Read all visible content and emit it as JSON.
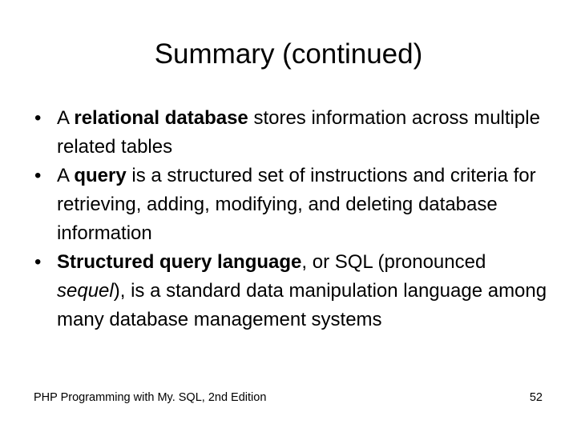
{
  "slide": {
    "title": "Summary (continued)",
    "bullet_marker": "•",
    "bullets": [
      {
        "parts": [
          {
            "text": "A ",
            "style": "normal"
          },
          {
            "text": "relational database",
            "style": "bold"
          },
          {
            "text": " stores information across multiple related tables",
            "style": "normal"
          }
        ]
      },
      {
        "parts": [
          {
            "text": "A ",
            "style": "normal"
          },
          {
            "text": "query",
            "style": "bold"
          },
          {
            "text": " is a structured set of instructions and criteria for retrieving, adding, modifying, and deleting database information",
            "style": "normal"
          }
        ]
      },
      {
        "parts": [
          {
            "text": "Structured query language",
            "style": "bold"
          },
          {
            "text": ", or SQL (pronounced ",
            "style": "normal"
          },
          {
            "text": "sequel",
            "style": "italic"
          },
          {
            "text": "), is a standard data manipulation language among many database management systems",
            "style": "normal"
          }
        ]
      }
    ],
    "footer": {
      "left": "PHP Programming with My. SQL, 2nd Edition",
      "page_number": "52"
    }
  }
}
